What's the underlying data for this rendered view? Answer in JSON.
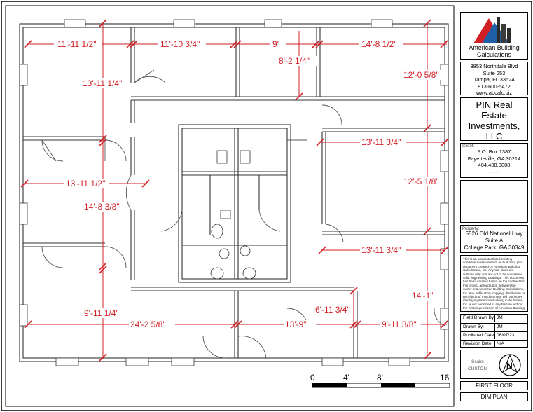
{
  "firm": {
    "name_line1": "American Building",
    "name_line2": "Calculations",
    "address": [
      "3853 Northdale Blvd",
      "Suite 253",
      "Tampa, FL 33624",
      "813-600-5472",
      "www.abcalc.biz"
    ],
    "brand_red": "#d21f26",
    "brand_blue": "#1f5fa8"
  },
  "client": {
    "title": "PIN Real Estate Investments, LLC",
    "label": "Client:",
    "lines": [
      "P.O. Box 1387",
      "Fayetteville, GA 30214",
      "404.408.0008",
      "-----"
    ]
  },
  "property": {
    "label": "Property:",
    "lines": [
      "5526 Old National Hwy",
      "Suite A",
      "College Park, GA 30349"
    ]
  },
  "disclaimer": "This is an unsubstantiated existing condition measurement/ as-built floor plan document created by American Building Calculations, Inc. Any site plans are outlines only and are not to be considered valid engineering drawings. This document has been created based on the contract for this project agreed upon between the owner and American Building Calculations, Inc. Any publication, copying, distribution or retrofitting of this document with attributes identifying American Building Calculations, Inc. is not permitted in any fashion without the written permission of American Building Calculations, Inc.",
  "meta": [
    {
      "key": "Field Drawn By:",
      "value": "JM"
    },
    {
      "key": "Drawn By:",
      "value": "JM"
    },
    {
      "key": "Published Date:",
      "value": "06/07/23"
    },
    {
      "key": "Revision Date:",
      "value": "N/A"
    }
  ],
  "scale": {
    "label": "Scale:",
    "value": "CUSTOM",
    "north": "N"
  },
  "sheet": {
    "line1": "FIRST FLOOR",
    "line2": "DIM PLAN"
  },
  "scalebar": {
    "ticks": [
      "0",
      "4'",
      "8'",
      "16'"
    ]
  },
  "dimensions": {
    "d1": "11'-11 1/2\"",
    "d2": "11'-10 3/4\"",
    "d3": "9'",
    "d4": "14'-8 1/2\"",
    "d5": "8'-2 1/4\"",
    "d6": "13'-11 1/4\"",
    "d7": "12'-0 5/8\"",
    "d8": "13'-11 3/4\"",
    "d9": "13'-11 1/2\"",
    "d10": "12'-5 1/8\"",
    "d11": "14'-8 3/8\"",
    "d12": "13'-11 3/4\"",
    "d13": "6'-11 3/4\"",
    "d14": "14'-1\"",
    "d15": "9'-11 1/4\"",
    "d16": "24'-2 5/8\"",
    "d17": "13'-9\"",
    "d18": "9'-11 3/8\""
  }
}
